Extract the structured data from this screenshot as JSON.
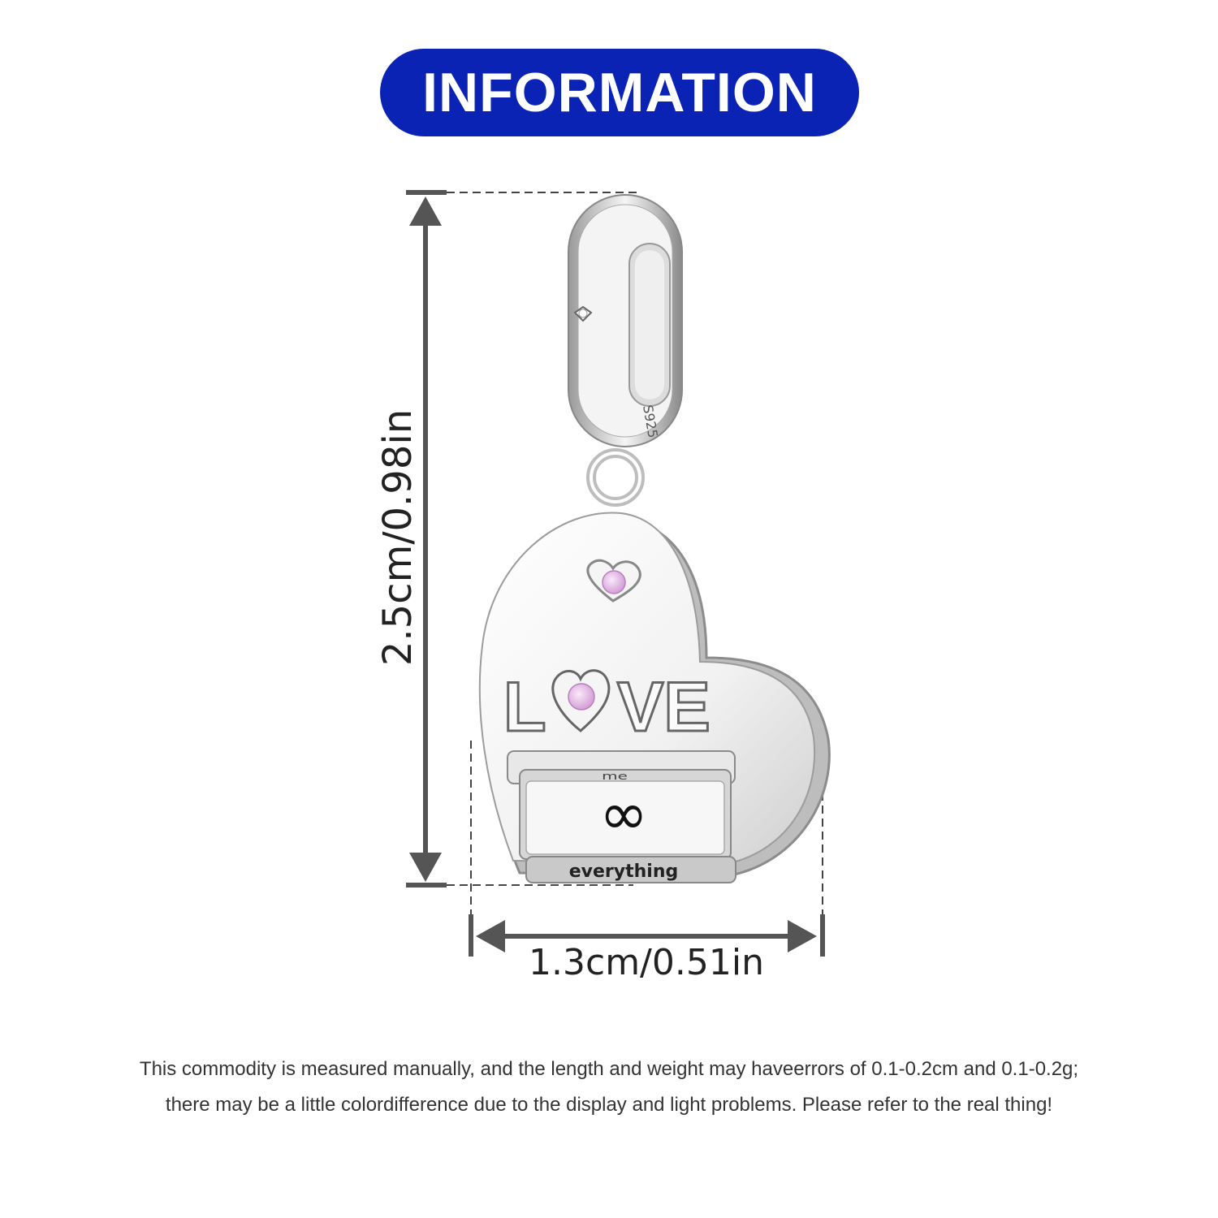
{
  "header": {
    "title": "INFORMATION"
  },
  "dimensions": {
    "height_label": "2.5cm/0.98in",
    "width_label": "1.3cm/0.51in"
  },
  "product": {
    "bail_mark": "S925",
    "front_text": "LOVE",
    "panel_top_text": "me",
    "panel_bottom_text": "everything",
    "panel_symbol": "∞"
  },
  "disclaimer": {
    "line1": "This commodity is measured manually, and the length and weight may haveerrors of 0.1-0.2cm and 0.1-0.2g;",
    "line2": "there may be a little colordifference due to the display and light problems. Please refer to the real thing!"
  },
  "colors": {
    "accent": "#0a23b4",
    "measure": "#555555",
    "gem": "#e7b8e6"
  }
}
